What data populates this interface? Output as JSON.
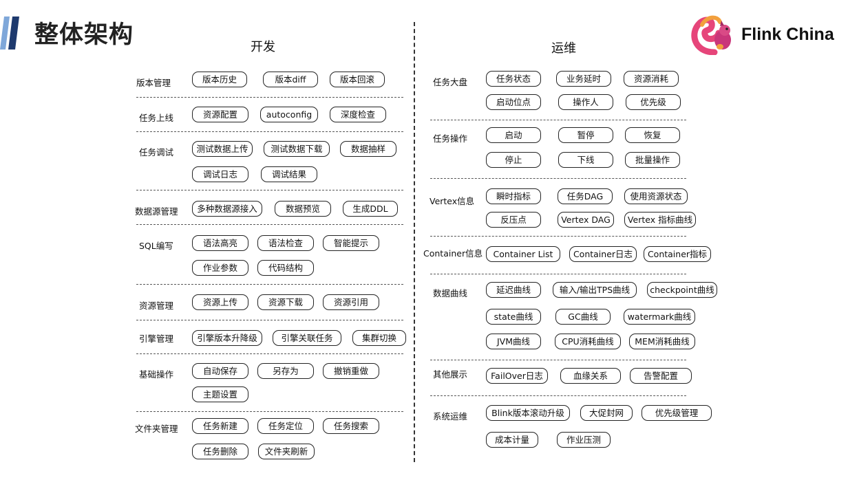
{
  "header": {
    "title": "整体架构",
    "brand": "Flink China",
    "logo_icon": "squirrel-logo-icon"
  },
  "colors": {
    "accent_dark": "#1e3a6e",
    "accent_light": "#7fa7d9",
    "border": "#222222"
  },
  "dev": {
    "title": "开发",
    "sections": [
      {
        "label": "版本管理",
        "items": [
          "版本历史",
          "版本diff",
          "版本回滚"
        ]
      },
      {
        "label": "任务上线",
        "items": [
          "资源配置",
          "autoconfig",
          "深度检查"
        ]
      },
      {
        "label": "任务调试",
        "items": [
          "测试数据上传",
          "测试数据下载",
          "数据抽样",
          "调试日志",
          "调试结果"
        ]
      },
      {
        "label": "数据源管理",
        "items": [
          "多种数据源接入",
          "数据预览",
          "生成DDL"
        ]
      },
      {
        "label": "SQL编写",
        "items": [
          "语法高亮",
          "语法检查",
          "智能提示",
          "作业参数",
          "代码结构"
        ]
      },
      {
        "label": "资源管理",
        "items": [
          "资源上传",
          "资源下载",
          "资源引用"
        ]
      },
      {
        "label": "引擎管理",
        "items": [
          "引擎版本升降级",
          "引擎关联任务",
          "集群切换"
        ]
      },
      {
        "label": "基础操作",
        "items": [
          "自动保存",
          "另存为",
          "撤销重做",
          "主题设置"
        ]
      },
      {
        "label": "文件夹管理",
        "items": [
          "任务新建",
          "任务定位",
          "任务搜索",
          "任务删除",
          "文件夹刷新"
        ]
      }
    ]
  },
  "ops": {
    "title": "运维",
    "sections": [
      {
        "label": "任务大盘",
        "items": [
          "任务状态",
          "业务延时",
          "资源消耗",
          "启动位点",
          "操作人",
          "优先级"
        ]
      },
      {
        "label": "任务操作",
        "items": [
          "启动",
          "暂停",
          "恢复",
          "停止",
          "下线",
          "批量操作"
        ]
      },
      {
        "label": "Vertex信息",
        "items": [
          "瞬时指标",
          "任务DAG",
          "使用资源状态",
          "反压点",
          "Vertex DAG",
          "Vertex 指标曲线"
        ]
      },
      {
        "label": "Container信息",
        "items": [
          "Container List",
          "Container日志",
          "Container指标"
        ]
      },
      {
        "label": "数据曲线",
        "items": [
          "延迟曲线",
          "输入/输出TPS曲线",
          "checkpoint曲线",
          "state曲线",
          "GC曲线",
          "watermark曲线",
          "JVM曲线",
          "CPU消耗曲线",
          "MEM消耗曲线"
        ]
      },
      {
        "label": "其他展示",
        "items": [
          "FailOver日志",
          "血缘关系",
          "告警配置"
        ]
      },
      {
        "label": "系统运维",
        "items": [
          "Blink版本滚动升级",
          "大促封网",
          "优先级管理",
          "成本计量",
          "作业压测"
        ]
      }
    ]
  }
}
